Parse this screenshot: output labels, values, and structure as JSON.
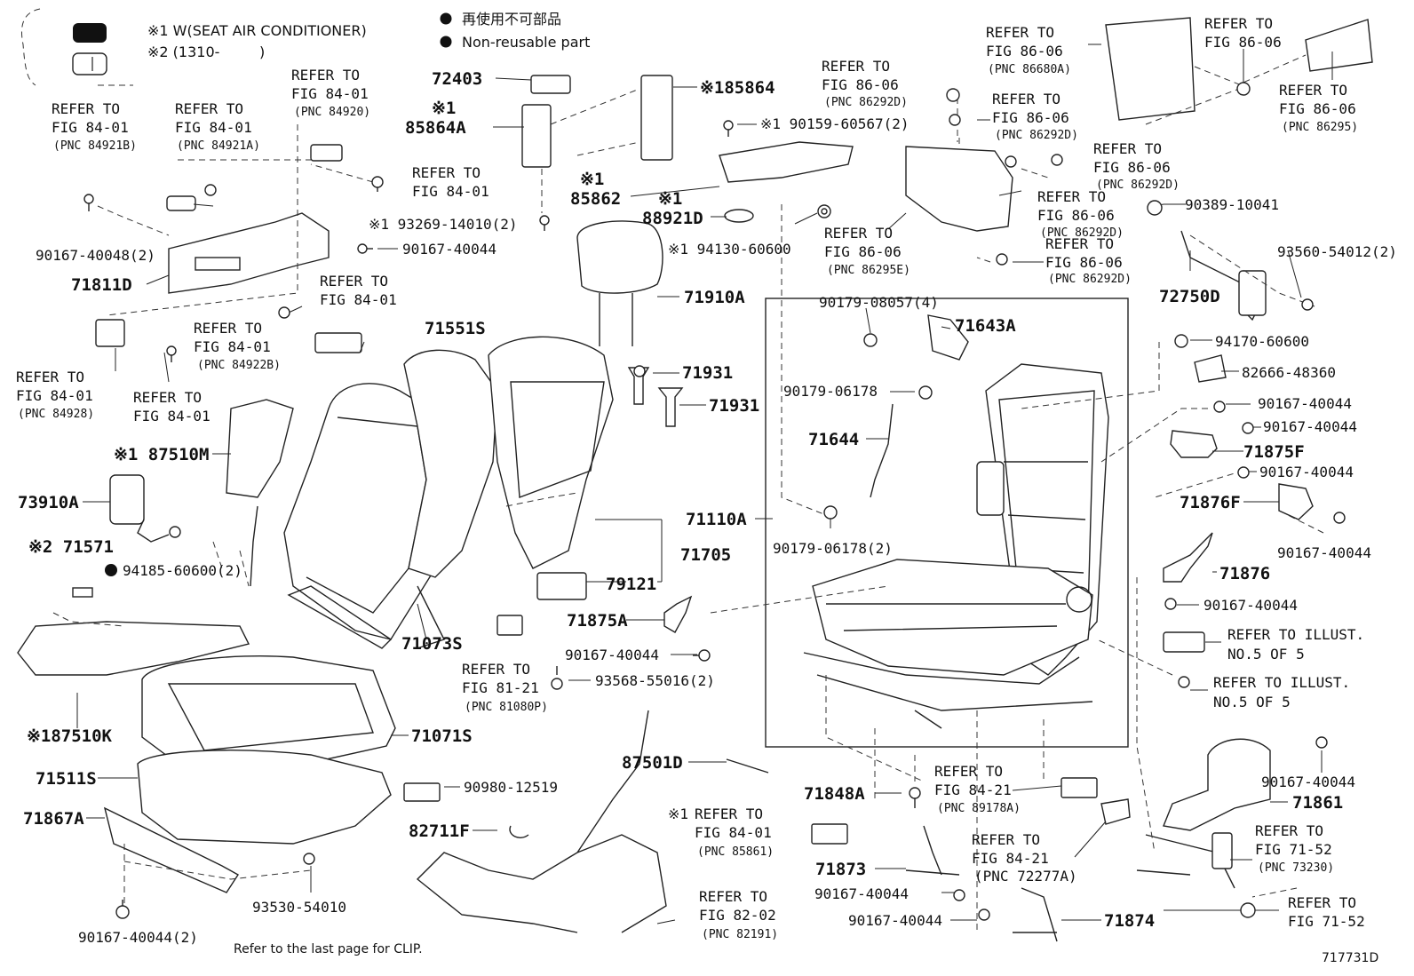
{
  "legend": {
    "seat_ac": "※1 W(SEAT AIR CONDITIONER)",
    "date_range": "※2 (1310-",
    "date_range_end": ")",
    "non_reusable_jp": "再使用不可部品",
    "non_reusable_en": "Non-reusable part"
  },
  "refs": {
    "refer_to": "REFER TO",
    "fig_84_01": "FIG 84-01",
    "fig_86_06": "FIG 86-06",
    "fig_81_21": "FIG 81-21",
    "fig_84_21": "FIG 84-21",
    "fig_82_02": "FIG 82-02",
    "fig_71_52": "FIG 71-52",
    "refer_to_illust": "REFER TO ILLUST.",
    "no_5_of_5": "NO.5 OF 5",
    "pnc_84921B": "(PNC 84921B)",
    "pnc_84921A": "(PNC 84921A)",
    "pnc_84920": "(PNC 84920)",
    "pnc_84922B": "(PNC 84922B)",
    "pnc_84928": "(PNC 84928)",
    "pnc_86292D": "(PNC 86292D)",
    "pnc_86680A": "(PNC 86680A)",
    "pnc_86295": "(PNC 86295)",
    "pnc_86295E": "(PNC 86295E)",
    "pnc_81080P": "(PNC 81080P)",
    "pnc_89178A": "(PNC 89178A)",
    "pnc_85861": "(PNC 85861)",
    "pnc_72277A": "(PNC 72277A)",
    "pnc_82191": "(PNC 82191)",
    "pnc_73230": "(PNC 73230)"
  },
  "parts": {
    "p72403": "72403",
    "p85864": "※185864",
    "x1": "※1",
    "p85864A": "85864A",
    "p85862": "85862",
    "p88921D": "88921D",
    "p90159": "※1 90159-60567(2)",
    "p93269": "※1 93269-14010(2)",
    "p94130": "※1 94130-60600",
    "p90167_40048": "90167-40048(2)",
    "p90167_40044": "90167-40044",
    "p71811D": "71811D",
    "p71910A": "71910A",
    "p71551S": "71551S",
    "p71931": "71931",
    "p87510M": "※1 87510M",
    "p73910A": "73910A",
    "p71571": "※2 71571",
    "p94185": "94185-60600(2)",
    "p71705": "71705",
    "p79121": "79121",
    "p71073S": "71073S",
    "p71875A": "71875A",
    "p93568": "93568-55016(2)",
    "p87510K": "※187510K",
    "p71071S": "71071S",
    "p71511S": "71511S",
    "p71867A": "71867A",
    "p90980": "90980-12519",
    "p82711F": "82711F",
    "p93530": "93530-54010",
    "p90167_40044_2": "90167-40044(2)",
    "p87501D": "87501D",
    "p71848A": "71848A",
    "p71873": "71873",
    "p71874": "71874",
    "p71110A": "71110A",
    "p90179_08057": "90179-08057(4)",
    "p71643A": "71643A",
    "p90179_06178": "90179-06178",
    "p71644": "71644",
    "p90179_06178_2": "90179-06178(2)",
    "p90389": "90389-10041",
    "p93560": "93560-54012(2)",
    "p72750D": "72750D",
    "p94170": "94170-60600",
    "p82666": "82666-48360",
    "p71875F": "71875F",
    "p71876F": "71876F",
    "p71876": "71876",
    "p71861": "71861"
  },
  "footer": {
    "clip_note": "Refer to the last page for CLIP.",
    "figure_id": "717731D"
  }
}
